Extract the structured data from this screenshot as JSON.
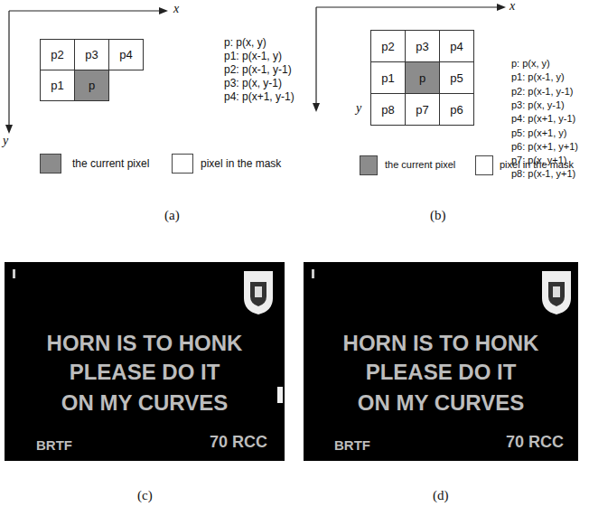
{
  "diagram": {
    "nodes": [
      {
        "text": [
          "p2"
        ]
      },
      {
        "text": [
          "p3"
        ]
      },
      {
        "text": [
          "p4"
        ]
      },
      {
        "text": [
          "p1"
        ]
      },
      {
        "text": [
          "p"
        ]
      },
      {
        "text": [
          "p2"
        ]
      },
      {
        "text": [
          "p3"
        ]
      },
      {
        "text": [
          "p4"
        ]
      },
      {
        "text": [
          "p1"
        ]
      },
      {
        "text": [
          "p"
        ]
      },
      {
        "text": [
          "p5"
        ]
      },
      {
        "text": [
          "p8"
        ]
      },
      {
        "text": [
          "p7"
        ]
      },
      {
        "text": [
          "p6"
        ]
      }
    ],
    "labels": [
      "x",
      "p: p(x, y)",
      "p1: p(x-1, y)",
      "p2: p(x-1, y-1)",
      "p3: p(x, y-1)",
      "p4: p(x+1, y-1)",
      "y",
      "(a)",
      "x",
      "p: p(x, y)",
      "p1: p(x-1, y)",
      "p2: p(x-1, y-1)",
      "p3: p(x, y-1)",
      "p4: p(x+1, y-1)",
      "p5: p(x+1, y)",
      "p6: p(x+1, y+1)",
      "p7: p(x, y+1)",
      "p8: p(x-1, y+1)",
      "y",
      "(b)",
      "HORN IS TO HONK",
      "PLEASE DO IT",
      "ON MY CURVES",
      "BRTF",
      "70 RCC",
      "(c)",
      "HORN IS TO HONK",
      "PLEASE DO IT",
      "ON MY CURVES",
      "BRTF",
      "70 RCC",
      "(d)"
    ],
    "legend": [
      {
        "text": "the current pixel",
        "color": "#8c8c8c"
      },
      {
        "text": "pixel in the mask",
        "color": "#ffffff"
      },
      {
        "text": "the current pixel",
        "color": "#8c8c8c"
      },
      {
        "text": "pixel in the mask",
        "color": "#ffffff"
      }
    ]
  }
}
